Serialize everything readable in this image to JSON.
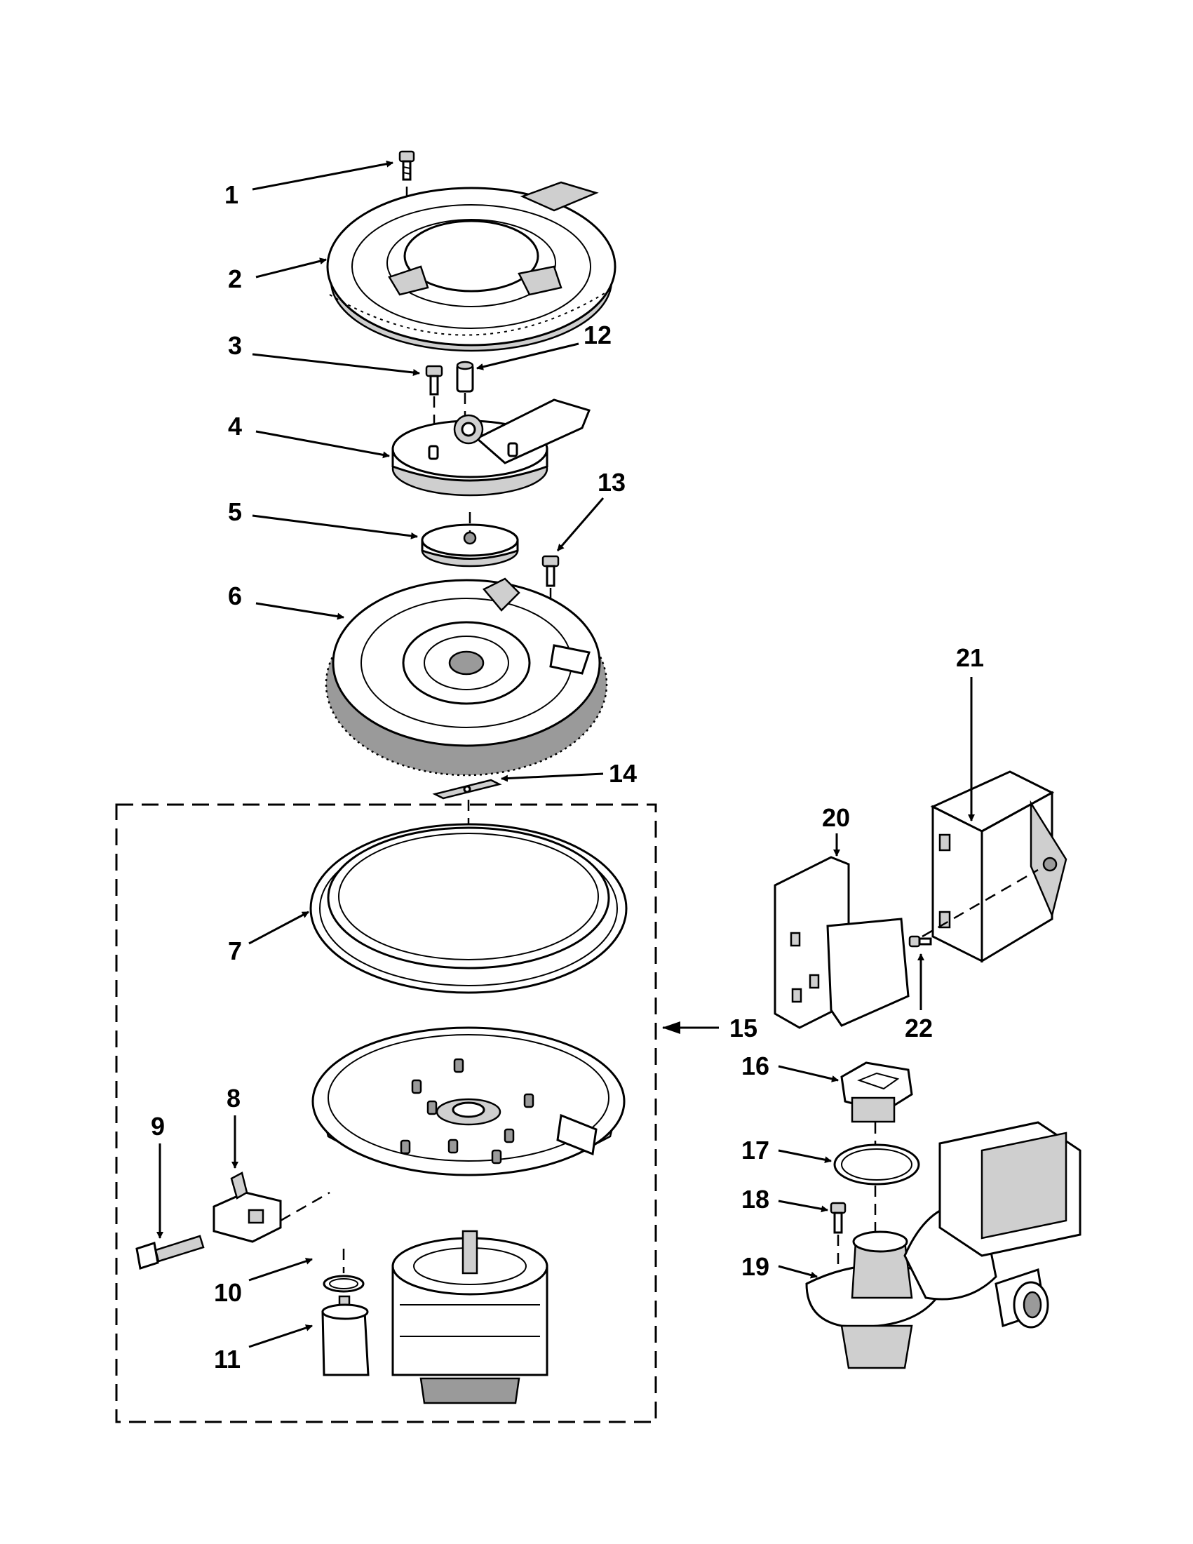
{
  "diagram": {
    "callouts": [
      {
        "id": "1",
        "text": "1"
      },
      {
        "id": "2",
        "text": "2"
      },
      {
        "id": "3",
        "text": "3"
      },
      {
        "id": "4",
        "text": "4"
      },
      {
        "id": "5",
        "text": "5"
      },
      {
        "id": "6",
        "text": "6"
      },
      {
        "id": "7",
        "text": "7"
      },
      {
        "id": "8",
        "text": "8"
      },
      {
        "id": "9",
        "text": "9"
      },
      {
        "id": "10",
        "text": "10"
      },
      {
        "id": "11",
        "text": "11"
      },
      {
        "id": "12",
        "text": "12"
      },
      {
        "id": "13",
        "text": "13"
      },
      {
        "id": "14",
        "text": "14"
      },
      {
        "id": "15",
        "text": "15"
      },
      {
        "id": "16",
        "text": "16"
      },
      {
        "id": "17",
        "text": "17"
      },
      {
        "id": "18",
        "text": "18"
      },
      {
        "id": "19",
        "text": "19"
      },
      {
        "id": "20",
        "text": "20"
      },
      {
        "id": "21",
        "text": "21"
      },
      {
        "id": "22",
        "text": "22"
      }
    ]
  }
}
